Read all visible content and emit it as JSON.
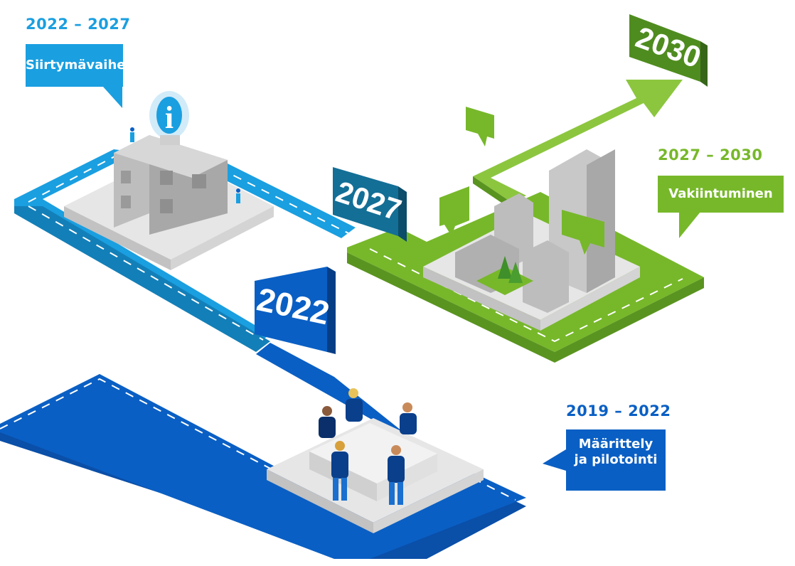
{
  "phases": [
    {
      "years": "2022 – 2027",
      "label": "Siirtymävaihe",
      "color": "#1a9fe0"
    },
    {
      "years": "2027 – 2030",
      "label": "Vakiintuminen",
      "color": "#77b82a"
    },
    {
      "years": "2019 – 2022",
      "label_lines": [
        "Määrittely",
        "ja pilotointi"
      ],
      "color": "#0a5fc4"
    }
  ],
  "milestones": [
    {
      "label": "2022",
      "color": "#0a5fc4"
    },
    {
      "label": "2027",
      "color": "#136f96"
    },
    {
      "label": "2030",
      "color": "#4f8c1f"
    }
  ],
  "info_icon_letter": "i",
  "colors": {
    "road_navy": "#0a5fc4",
    "road_blue": "#1a9fe0",
    "road_green": "#77b82a",
    "arrow_green": "#8cc63f",
    "building_grey": "#b8b8b8"
  }
}
